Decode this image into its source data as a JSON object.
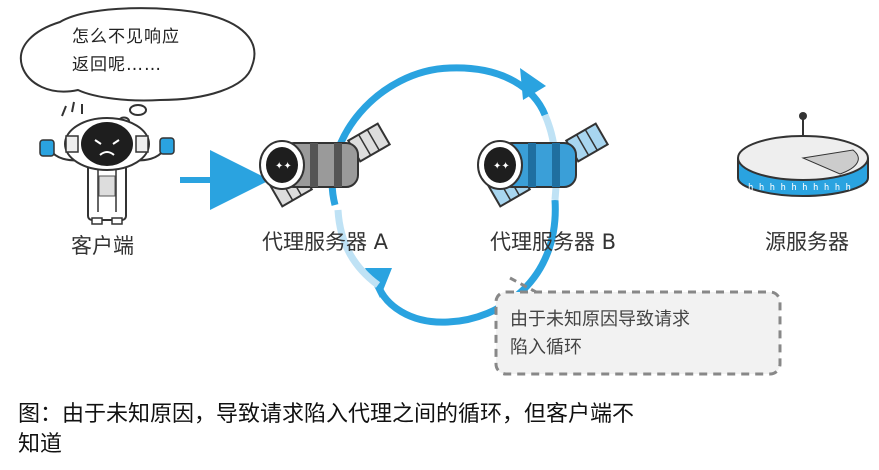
{
  "bubble": {
    "line1": "怎么不见响应",
    "line2": "返回呢……"
  },
  "nodes": {
    "client": "客户端",
    "proxy_a": "代理服务器 A",
    "proxy_b": "代理服务器 B",
    "origin": "源服务器"
  },
  "note": {
    "line1": "由于未知原因导致请求",
    "line2": "陷入循环"
  },
  "caption": {
    "line1": "图：由于未知原因，导致请求陷入代理之间的循环，但客户端不",
    "line2": "知道"
  },
  "colors": {
    "loop_blue": "#2aa3e0",
    "proxy_b_blue": "#3a9fd8",
    "dash_gray": "#888888"
  }
}
